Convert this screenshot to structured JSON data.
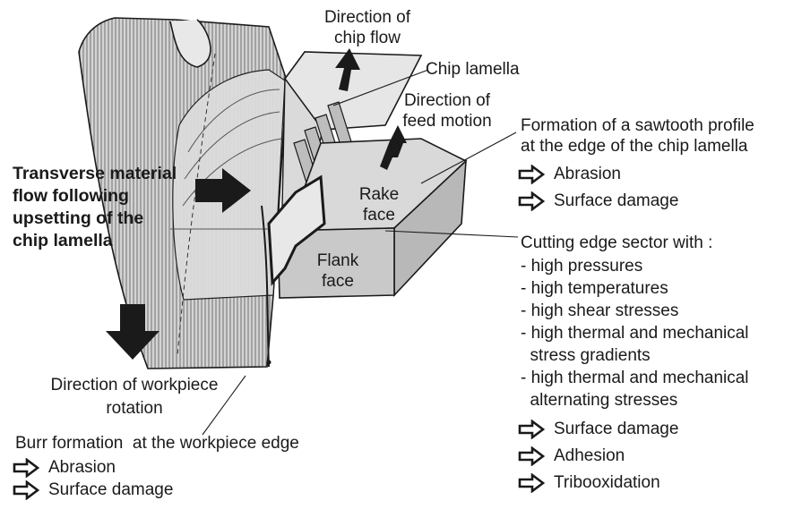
{
  "labels": {
    "chip_flow": [
      "Direction of",
      "chip flow"
    ],
    "chip_lamella": "Chip lamella",
    "feed_motion": [
      "Direction of",
      "feed motion"
    ],
    "sawtooth": [
      "Formation of a sawtooth profile",
      "at the edge of the chip lamella"
    ],
    "transverse": [
      "Transverse material",
      "flow following",
      "upsetting of the",
      "chip lamella"
    ],
    "rake_face": [
      "Rake",
      "face"
    ],
    "flank_face": [
      "Flank",
      "face"
    ],
    "cutting_edge": "Cutting edge sector with :",
    "workpiece_rotation": [
      "Direction of workpiece",
      "rotation"
    ],
    "burr": "Burr formation  at the workpiece edge"
  },
  "cutting_edge_items": [
    "- high pressures",
    "- high temperatures",
    "- high shear stresses",
    "- high thermal and mechanical",
    "  stress gradients",
    "- high thermal and mechanical",
    "  alternating stresses"
  ],
  "effects": {
    "sawtooth": [
      "Abrasion",
      "Surface damage"
    ],
    "cutting_edge": [
      "Surface damage",
      "Adhesion",
      "Tribooxidation"
    ],
    "burr": [
      "Abrasion",
      "Surface damage"
    ]
  },
  "icons": {
    "effect_arrow": "outlined-right-arrow-icon",
    "motion_arrow": "solid-black-arrow-icon"
  },
  "colors": {
    "line": "#1a1a1a",
    "workpiece": "#d2d2d2",
    "tool_top": "#d9d9d9",
    "tool_front": "#c9c9c9",
    "tool_side": "#b8b8b8",
    "chip": "#e4e4e4"
  }
}
